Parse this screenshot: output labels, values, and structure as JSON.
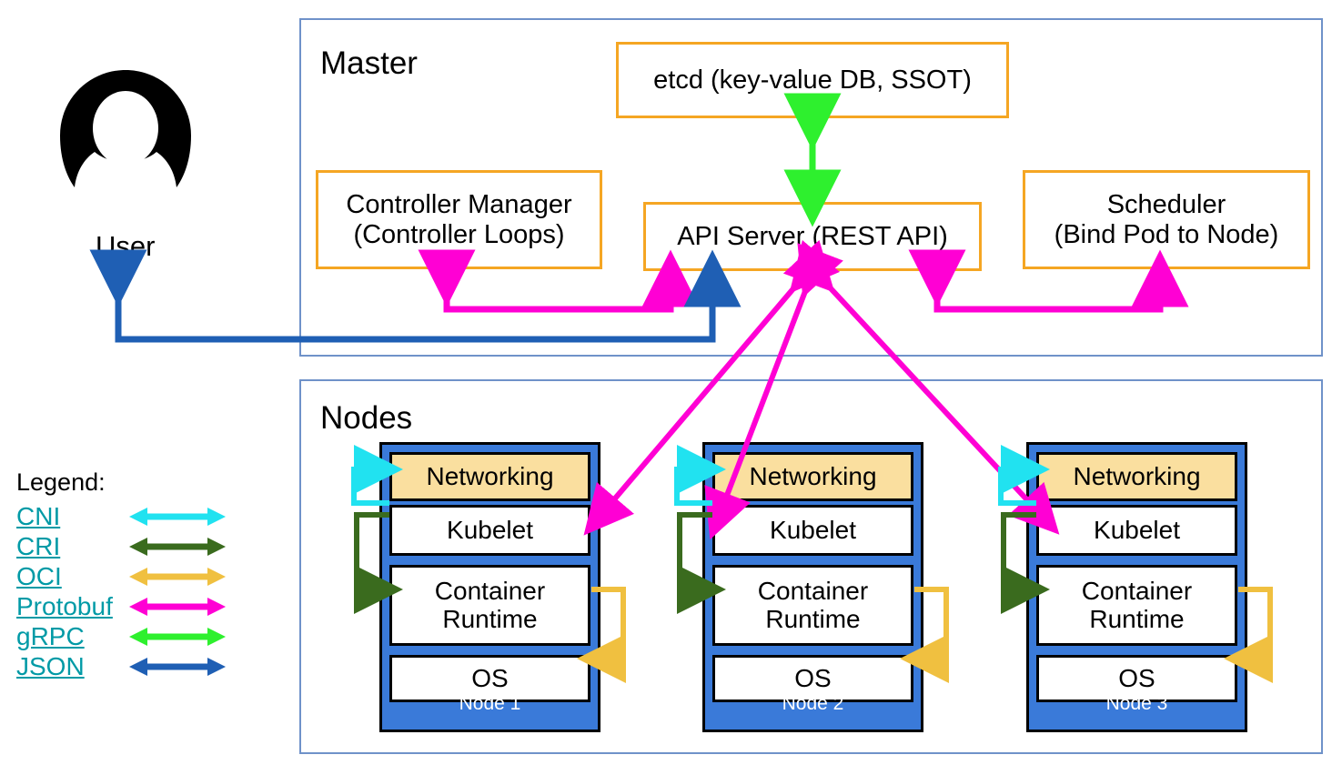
{
  "diagram": {
    "title_master": "Master",
    "title_nodes": "Nodes"
  },
  "user": {
    "label": "User",
    "icon": "user-avatar-icon"
  },
  "master": {
    "components": [
      {
        "id": "etcd",
        "label": "etcd (key-value DB, SSOT)"
      },
      {
        "id": "controller-manager",
        "label": "Controller Manager\n(Controller Loops)"
      },
      {
        "id": "api-server",
        "label": "API Server (REST API)"
      },
      {
        "id": "scheduler",
        "label": "Scheduler\n(Bind Pod to Node)"
      }
    ]
  },
  "nodes": [
    {
      "name": "Node 1",
      "layers": [
        {
          "id": "networking",
          "label": "Networking"
        },
        {
          "id": "kubelet",
          "label": "Kubelet"
        },
        {
          "id": "container-runtime",
          "label": "Container\nRuntime"
        },
        {
          "id": "os",
          "label": "OS"
        }
      ]
    },
    {
      "name": "Node 2",
      "layers": [
        {
          "id": "networking",
          "label": "Networking"
        },
        {
          "id": "kubelet",
          "label": "Kubelet"
        },
        {
          "id": "container-runtime",
          "label": "Container\nRuntime"
        },
        {
          "id": "os",
          "label": "OS"
        }
      ]
    },
    {
      "name": "Node 3",
      "layers": [
        {
          "id": "networking",
          "label": "Networking"
        },
        {
          "id": "kubelet",
          "label": "Kubelet"
        },
        {
          "id": "container-runtime",
          "label": "Container\nRuntime"
        },
        {
          "id": "os",
          "label": "OS"
        }
      ]
    }
  ],
  "legend": {
    "title": "Legend:",
    "items": [
      {
        "label": "CNI",
        "color": "#21e2f0"
      },
      {
        "label": "CRI",
        "color": "#3a6b1e"
      },
      {
        "label": "OCI",
        "color": "#f0c040"
      },
      {
        "label": "Protobuf",
        "color": "#ff00d4"
      },
      {
        "label": "gRPC",
        "color": "#2ef02e"
      },
      {
        "label": "JSON",
        "color": "#1f5fb4"
      }
    ]
  },
  "colors": {
    "group_border": "#6f92c9",
    "component_border": "#f5a623",
    "node_fill": "#3a7ad9",
    "networking_fill": "#fadf9f",
    "legend_link": "#009aa6",
    "cni": "#21e2f0",
    "cri": "#3a6b1e",
    "oci": "#f0c040",
    "protobuf": "#ff00d4",
    "grpc": "#2ef02e",
    "json": "#1f5fb4"
  }
}
